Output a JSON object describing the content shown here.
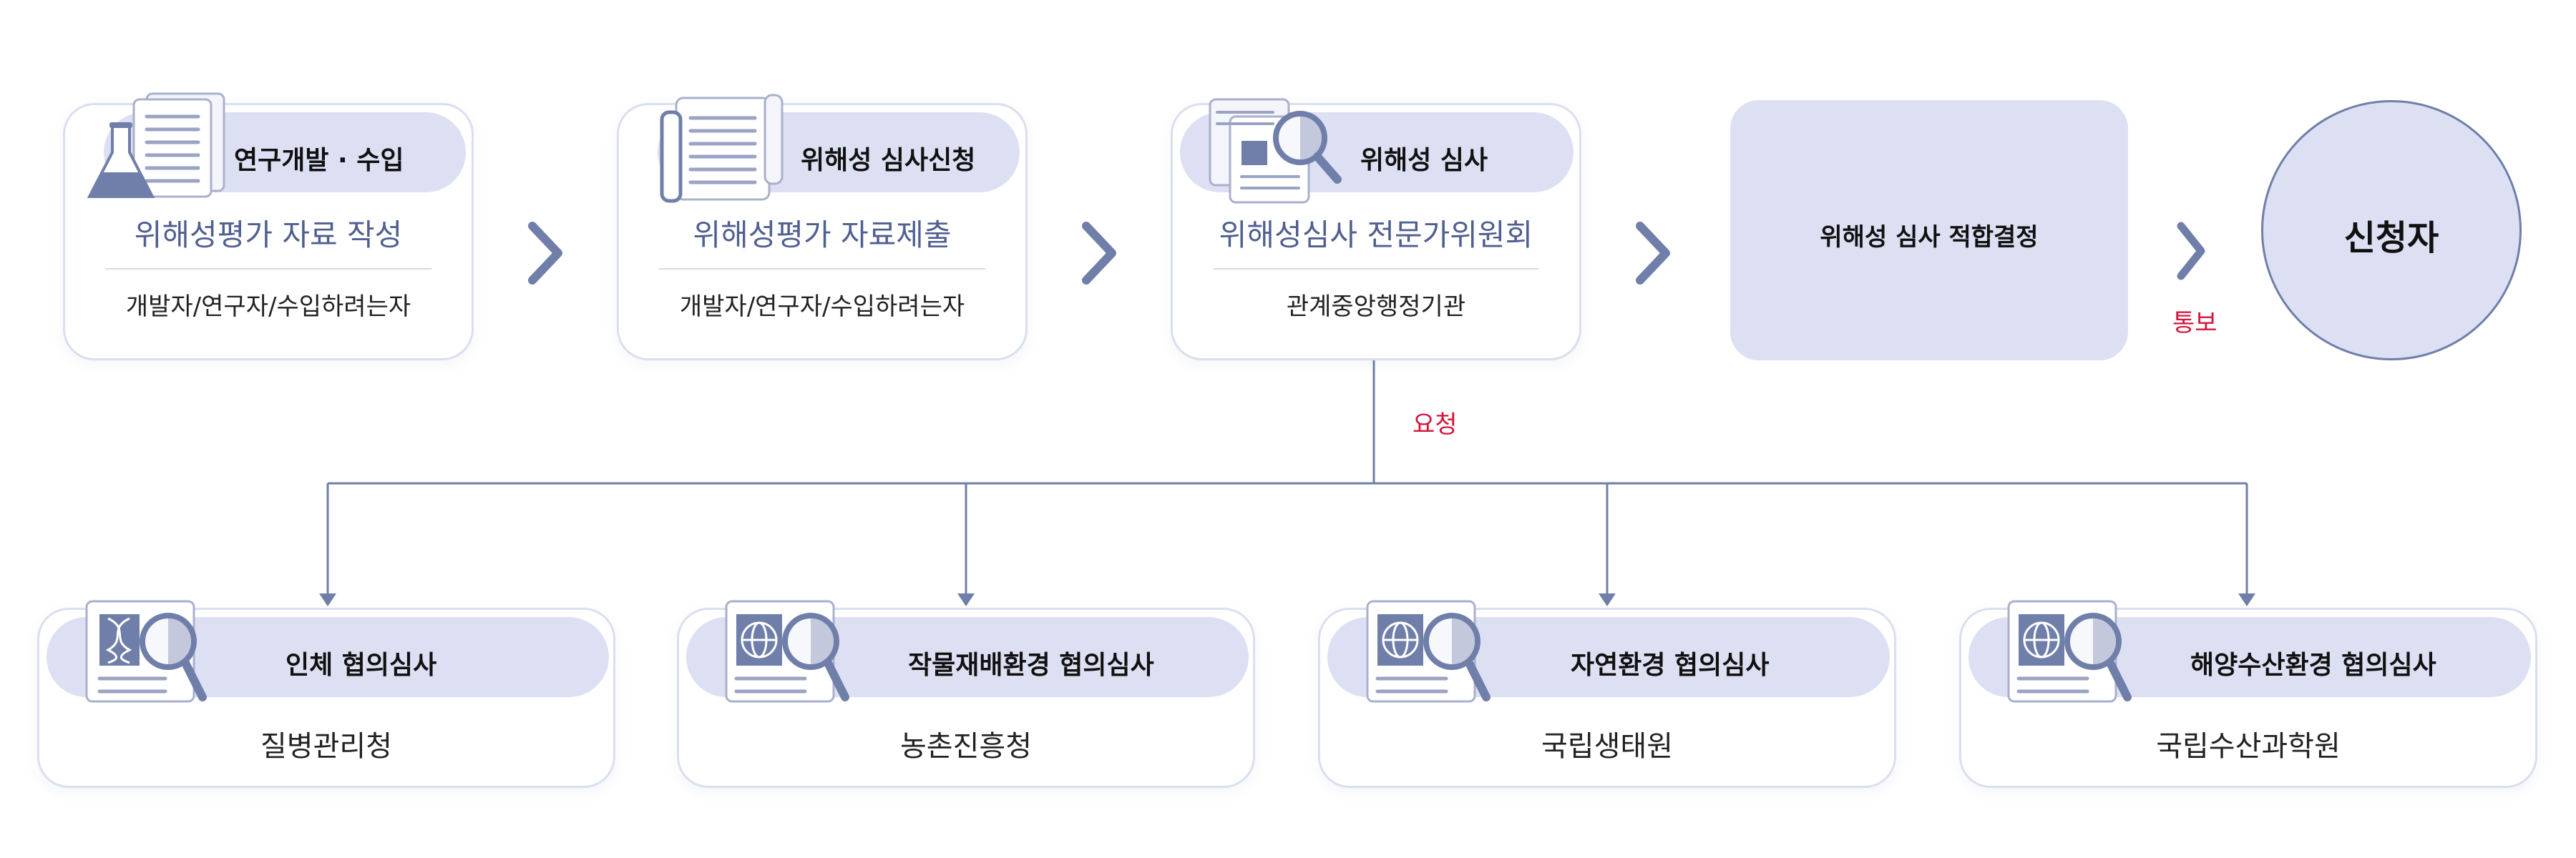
{
  "diagram": {
    "top_steps": [
      {
        "title": "연구개발 · 수입",
        "subtitle": "위해성평가 자료 작성",
        "org": "개발자/연구자/수입하려는자",
        "icon": "flask-document-icon"
      },
      {
        "title": "위해성 심사신청",
        "subtitle": "위해성평가 자료제출",
        "org": "개발자/연구자/수입하려는자",
        "icon": "scroll-document-icon"
      },
      {
        "title": "위해성 심사",
        "subtitle": "위해성심사 전문가위원회",
        "org": "관계중앙행정기관",
        "icon": "magnifier-documents-icon"
      }
    ],
    "decision_label": "위해성 심사 적합결정",
    "applicant_label": "신청자",
    "notify_label": "통보",
    "request_label": "요청",
    "bottom_reviews": [
      {
        "title": "인체 협의심사",
        "org": "질병관리청",
        "icon": "dna-magnifier-icon"
      },
      {
        "title": "작물재배환경 협의심사",
        "org": "농촌진흥청",
        "icon": "globe-magnifier-icon"
      },
      {
        "title": "자연환경 협의심사",
        "org": "국립생태원",
        "icon": "globe-magnifier-icon"
      },
      {
        "title": "해양수산환경 협의심사",
        "org": "국립수산과학원",
        "icon": "globe-magnifier-icon"
      }
    ],
    "colors": {
      "accent": "#dde0f3",
      "line": "#6f7fa9",
      "highlight": "#d3143a"
    }
  }
}
